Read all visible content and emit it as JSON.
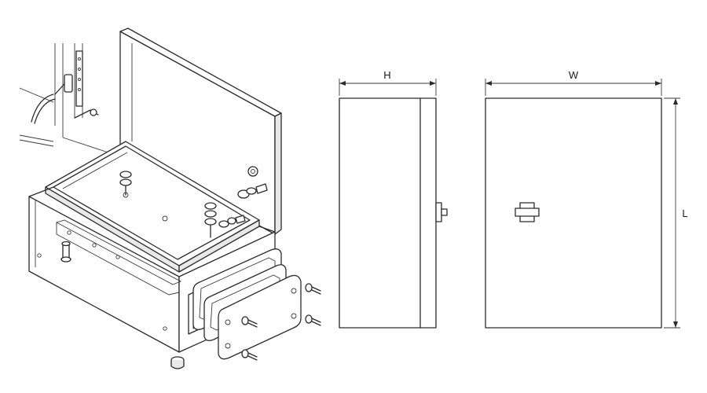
{
  "dimensions": {
    "height_label": "H",
    "width_label": "W",
    "length_label": "L"
  },
  "colors": {
    "line": "#2b2b2b",
    "background": "#ffffff"
  }
}
